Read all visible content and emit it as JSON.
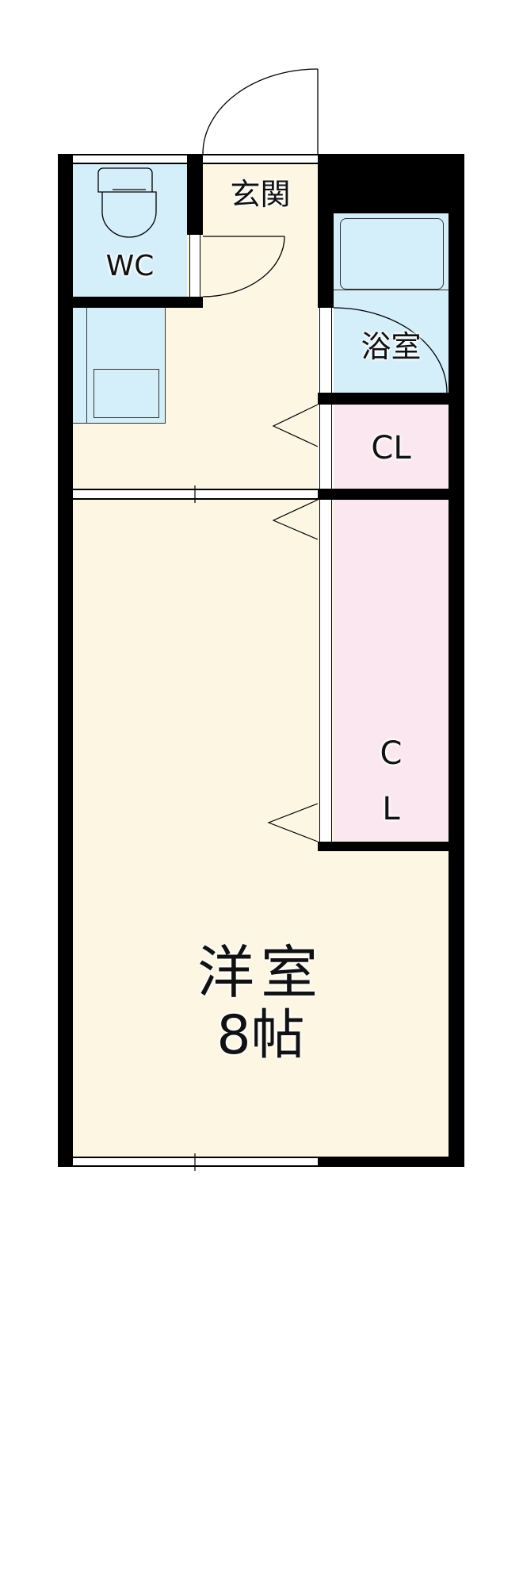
{
  "rooms": {
    "wc": {
      "label": "WC",
      "color": "#d4eefa"
    },
    "entrance": {
      "label": "玄関",
      "color": "#fdf6e3"
    },
    "bath": {
      "label": "浴室",
      "color": "#d4eefa"
    },
    "closet1": {
      "label": "CL",
      "color": "#fbe7ef"
    },
    "closet2": {
      "label_line1": "C",
      "label_line2": "L",
      "color": "#fbe7ef"
    },
    "western_room": {
      "label": "洋室",
      "size": "8帖",
      "color": "#fdf6e3"
    }
  }
}
